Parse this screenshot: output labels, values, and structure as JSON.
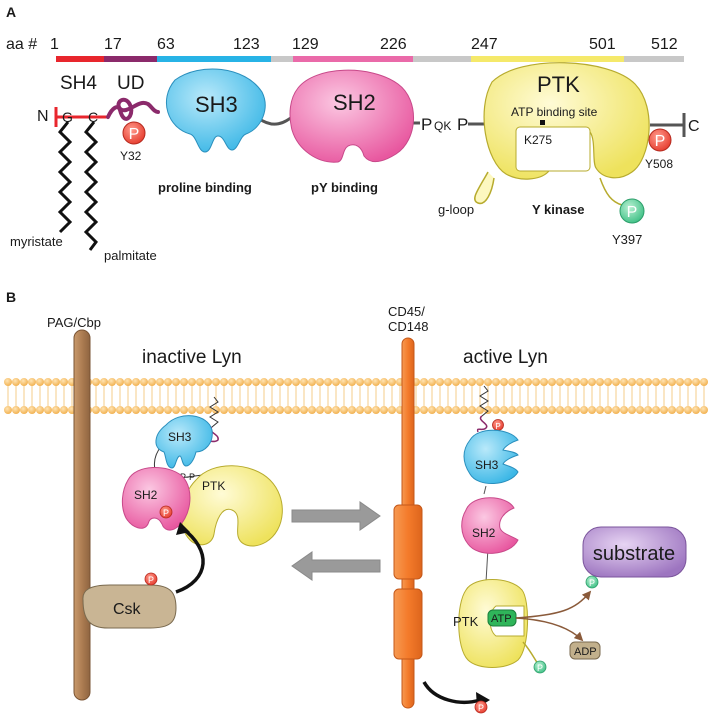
{
  "panel_a": {
    "label": "A",
    "aa_label": "aa #",
    "positions": [
      "1",
      "17",
      "63",
      "123",
      "129",
      "226",
      "247",
      "501",
      "512"
    ],
    "domains": {
      "sh4": "SH4",
      "ud": "UD",
      "sh3": "SH3",
      "sh2": "SH2",
      "ptk": "PTK"
    },
    "termini": {
      "n": "N",
      "c": "C"
    },
    "residues": {
      "g": "G",
      "c": "C"
    },
    "motif_p1": "P",
    "motif_qk": "QK",
    "motif_p2": "P",
    "atp_site": "ATP binding site",
    "k275": "K275",
    "phospho": "P",
    "y32": "Y32",
    "y508": "Y508",
    "y397": "Y397",
    "proline_binding": "proline binding",
    "py_binding": "pY binding",
    "y_kinase": "Y kinase",
    "g_loop": "g-loop",
    "myristate": "myristate",
    "palmitate": "palmitate",
    "colors": {
      "red": "#e8262d",
      "purple": "#8b2a6b",
      "cyan": "#27b3e6",
      "pink": "#ea6aa9",
      "gray": "#c8c8c8",
      "yellow": "#f5e96a"
    }
  },
  "panel_b": {
    "label": "B",
    "pag": "PAG/Cbp",
    "cd45_line1": "CD45/",
    "cd45_line2": "CD148",
    "inactive": "inactive Lyn",
    "active": "active Lyn",
    "sh3": "SH3",
    "sh2": "SH2",
    "ptk": "PTK",
    "pp": "P-P",
    "phospho": "P",
    "csk": "Csk",
    "atp": "ATP",
    "adp": "ADP",
    "substrate": "substrate"
  }
}
